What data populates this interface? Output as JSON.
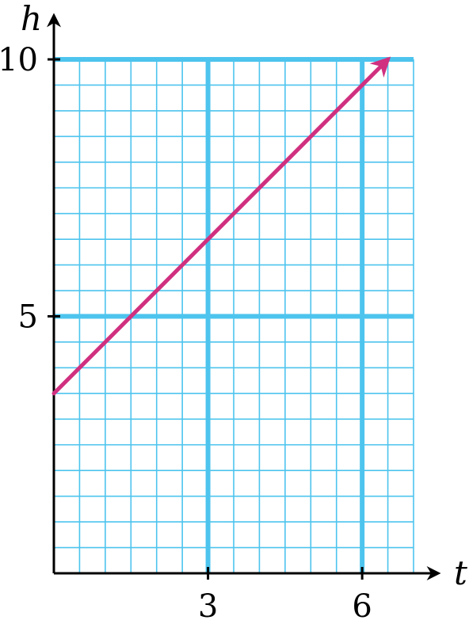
{
  "chart_data": {
    "type": "line",
    "title": "",
    "xlabel": "t",
    "ylabel": "h",
    "xlim": [
      0,
      7
    ],
    "ylim": [
      0,
      10
    ],
    "x_minor_step": 0.5,
    "y_minor_step": 0.5,
    "x_major_ticks": [
      3,
      6
    ],
    "y_major_ticks": [
      5,
      10
    ],
    "x_tick_labels": [
      "3",
      "6"
    ],
    "y_tick_labels": [
      "5",
      "10"
    ],
    "grid": true,
    "series": [
      {
        "points": [
          {
            "x": 0,
            "y": 3.5
          },
          {
            "x": 6.5,
            "y": 10
          }
        ],
        "arrow_end": true,
        "color": "#d0307f"
      }
    ],
    "colors": {
      "grid": "#4dc4ee",
      "axis": "#000000",
      "line": "#d0307f"
    }
  }
}
